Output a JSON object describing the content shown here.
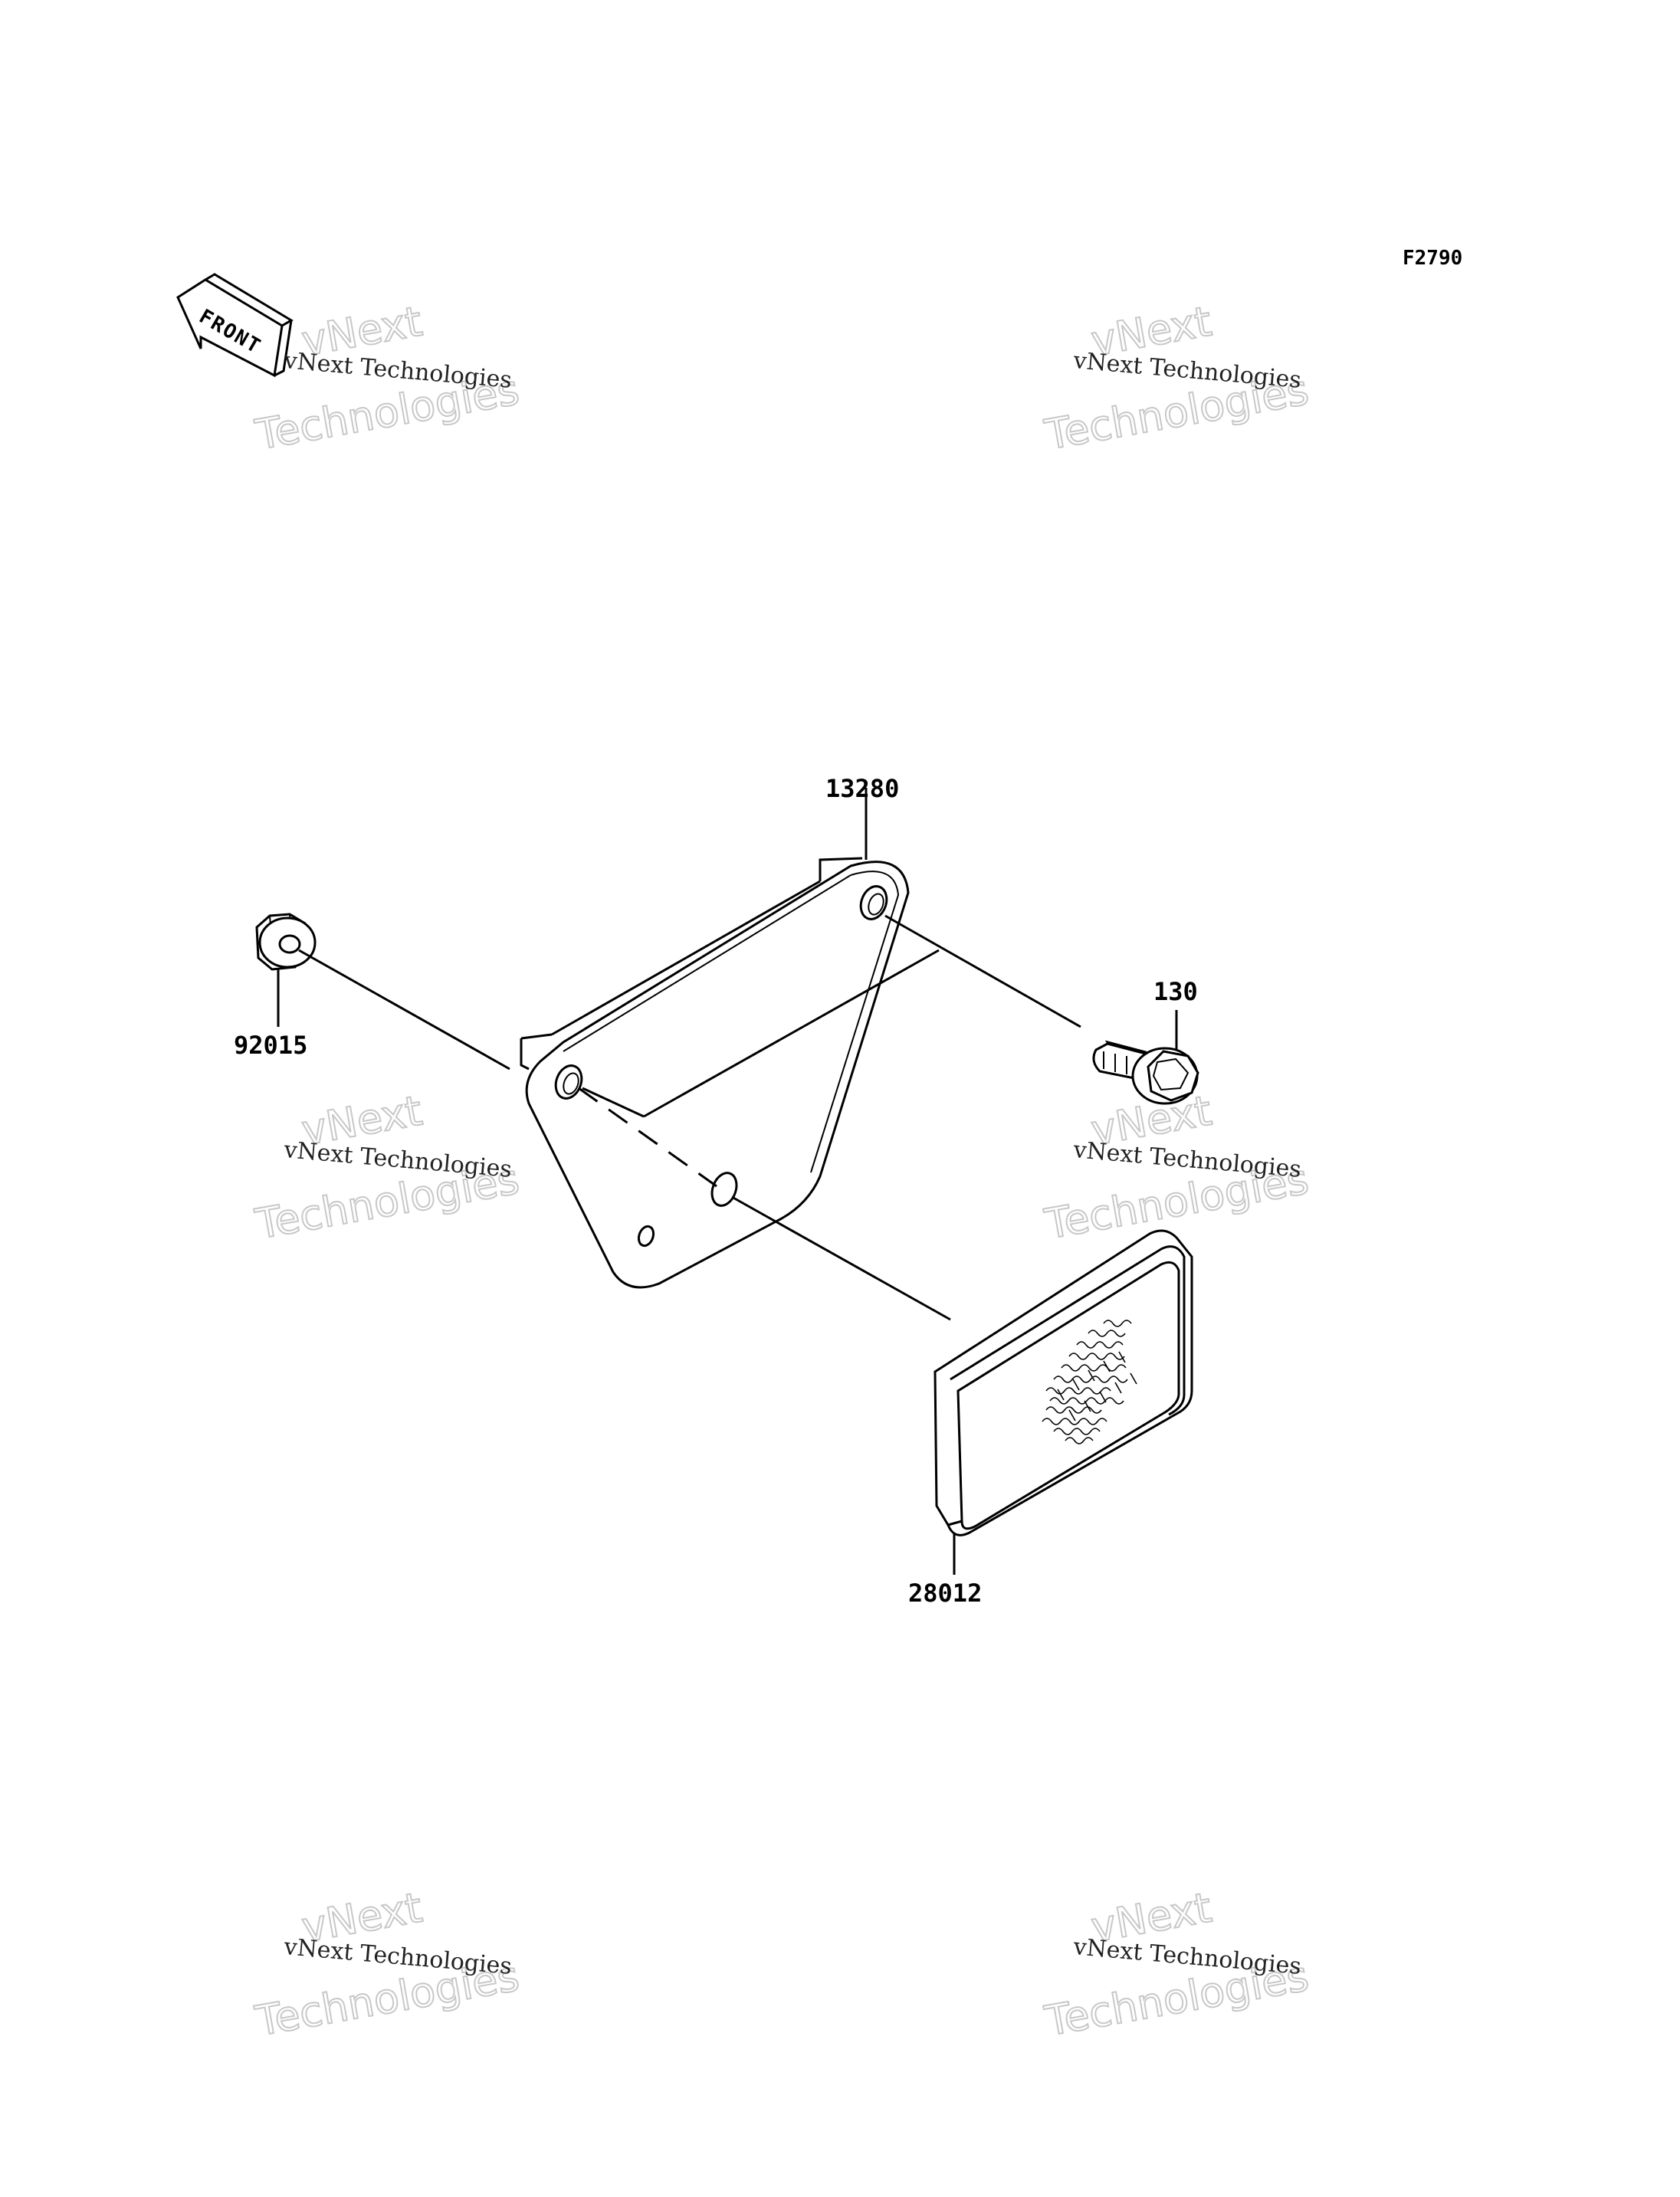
{
  "figure": {
    "code": "F2790",
    "front_label": "FRONT"
  },
  "parts": {
    "bracket": "13280",
    "nut": "92015",
    "bolt": "130",
    "reflector": "28012"
  },
  "watermark": {
    "line1": "vNext",
    "line2": "vNext Technologies",
    "line3": "Technologies"
  },
  "colors": {
    "ink": "#000000",
    "watermark": "#c8c8c8",
    "background": "#ffffff"
  }
}
